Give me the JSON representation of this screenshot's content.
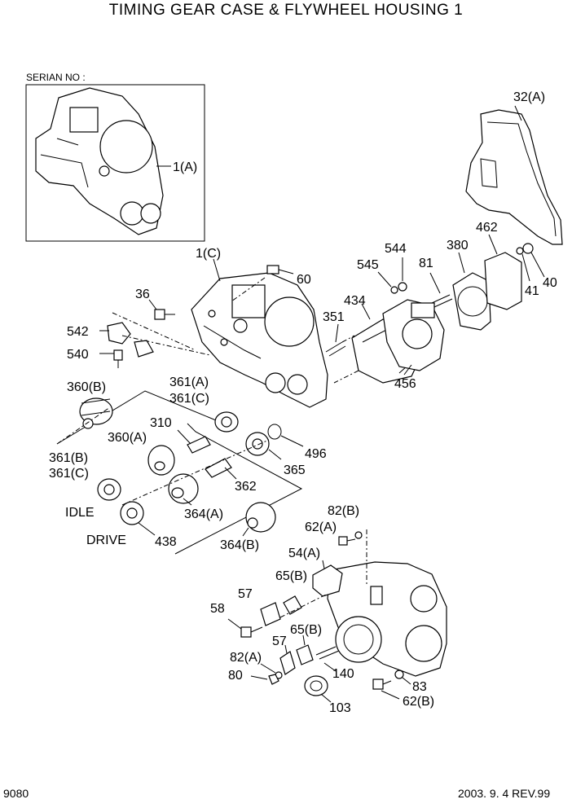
{
  "title": "TIMING GEAR CASE & FLYWHEEL HOUSING 1",
  "serial_label": "SERIAN NO :",
  "page_number": "9080",
  "revision": "2003. 9. 4 REV.99",
  "labels": {
    "l_1a": "1(A)",
    "l_32a": "32(A)",
    "l_1c": "1(C)",
    "l_60": "60",
    "l_544": "544",
    "l_545": "545",
    "l_81": "81",
    "l_380": "380",
    "l_462": "462",
    "l_41": "41",
    "l_40": "40",
    "l_36": "36",
    "l_351": "351",
    "l_434": "434",
    "l_542": "542",
    "l_540": "540",
    "l_456": "456",
    "l_361a": "361(A)",
    "l_361c_top": "361(C)",
    "l_360b": "360(B)",
    "l_310": "310",
    "l_360a": "360(A)",
    "l_496": "496",
    "l_361b": "361(B)",
    "l_361c": "361(C)",
    "l_365": "365",
    "l_362": "362",
    "l_idle": "IDLE",
    "l_364a": "364(A)",
    "l_drive": "DRIVE",
    "l_438": "438",
    "l_364b": "364(B)",
    "l_82b": "82(B)",
    "l_62a": "62(A)",
    "l_54a": "54(A)",
    "l_65b_top": "65(B)",
    "l_57_top": "57",
    "l_58": "58",
    "l_57": "57",
    "l_65b": "65(B)",
    "l_82a": "82(A)",
    "l_140": "140",
    "l_80": "80",
    "l_83": "83",
    "l_103": "103",
    "l_62b": "62(B)"
  }
}
